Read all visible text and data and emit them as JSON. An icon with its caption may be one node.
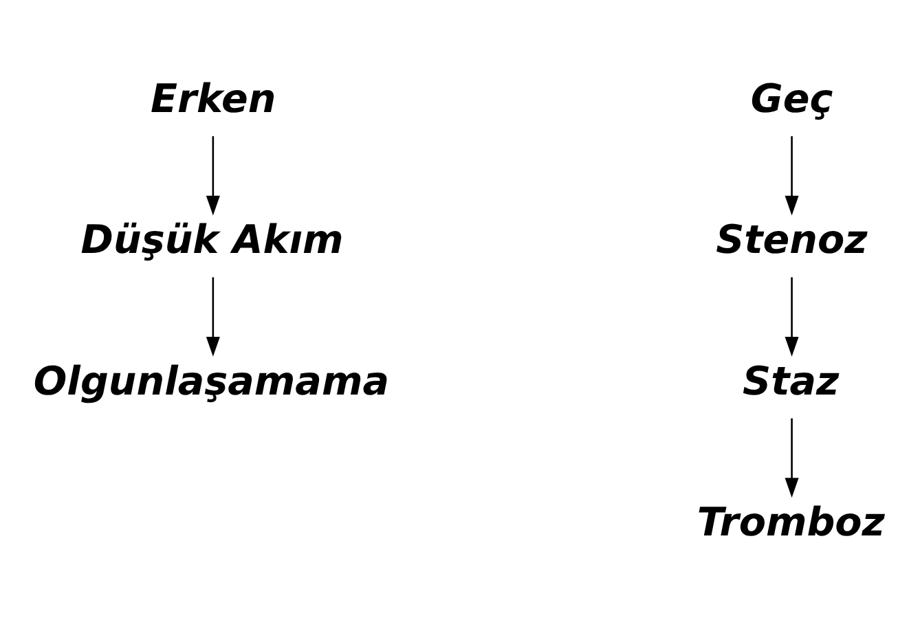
{
  "diagram": {
    "nodes": [
      {
        "text": [
          "Erken"
        ]
      },
      {
        "text": [
          "Düşük Akım"
        ]
      },
      {
        "text": [
          "Olgunlaşamama"
        ]
      },
      {
        "text": [
          "Geç"
        ]
      },
      {
        "text": [
          "Stenoz"
        ]
      },
      {
        "text": [
          "Staz"
        ]
      },
      {
        "text": [
          "Tromboz"
        ]
      }
    ],
    "edges": [
      {
        "from": 0,
        "to": 1,
        "arrow": "to"
      },
      {
        "from": 1,
        "to": 2,
        "arrow": "to"
      },
      {
        "from": 3,
        "to": 4,
        "arrow": "to"
      },
      {
        "from": 4,
        "to": 5,
        "arrow": "to"
      },
      {
        "from": 5,
        "to": 6,
        "arrow": "to"
      }
    ]
  }
}
